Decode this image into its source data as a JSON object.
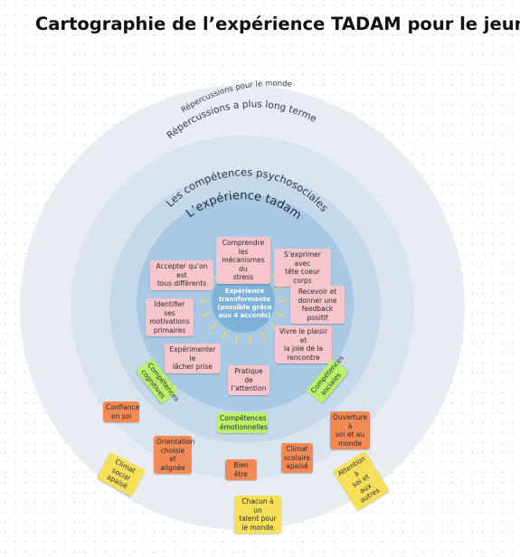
{
  "title": "Cartographie de l’expérience TADAM pour le jeune",
  "rings": {
    "outer": "Répercussions pour le monde",
    "long_term": "Répercussions a plus long terme",
    "skills": "Les compétences psychosociales",
    "experience": "L’expérience tadam"
  },
  "center": "Expérience\ntransformante\n(possible grâce\naux 4 accords)",
  "inner_notes": {
    "stress": "Comprendre les\nmécanismes du\nstress",
    "express": "S’exprimer avec\ntête coeur corps",
    "accept": "Accepter qu’on est\ntous différents",
    "feedback": "Recevoir et\ndonner une\nfeedback positif",
    "motivations": "Identifier ses\nmotivations\nprimaires",
    "pleasure": "Vivre le plaisir et\nla joie de la\nrencontre",
    "letgo": "Expérimenter le\nlâcher prise",
    "attention": "Pratique de\nl’attention"
  },
  "skills_notes": {
    "cognitive": "Compétences\ncognitives",
    "social": "Compétences\nsociales",
    "emotional": "Compétences\némotionnelles"
  },
  "longterm_notes": {
    "confidence": "Confiance\nen soi",
    "openness": "Ouverture à\nsoi et au\nmonde",
    "orientation": "Orientation\nchoisie et\nalignée",
    "school_climate": "Climat\nscolaire\napaisé",
    "wellbeing": "Bien être"
  },
  "world_notes": {
    "social_climate": "Climat social\napaisé",
    "attention_others": "Attention à\nsoi et aux\nautres",
    "talent": "Chacun à un\ntalent pour\nle monde"
  },
  "colors": {
    "ring_outer": "#e7edf3",
    "ring_long_term": "#d9e4ee",
    "ring_skills": "#c6d9eb",
    "ring_experience": "#a9c8e3",
    "center": "#7fb2d8",
    "sun_rays": "#f2dc4e",
    "note_pink": "#f7c5cc",
    "note_green": "#b9f06c",
    "note_orange": "#f28a55",
    "note_yellow": "#f6e05a"
  }
}
